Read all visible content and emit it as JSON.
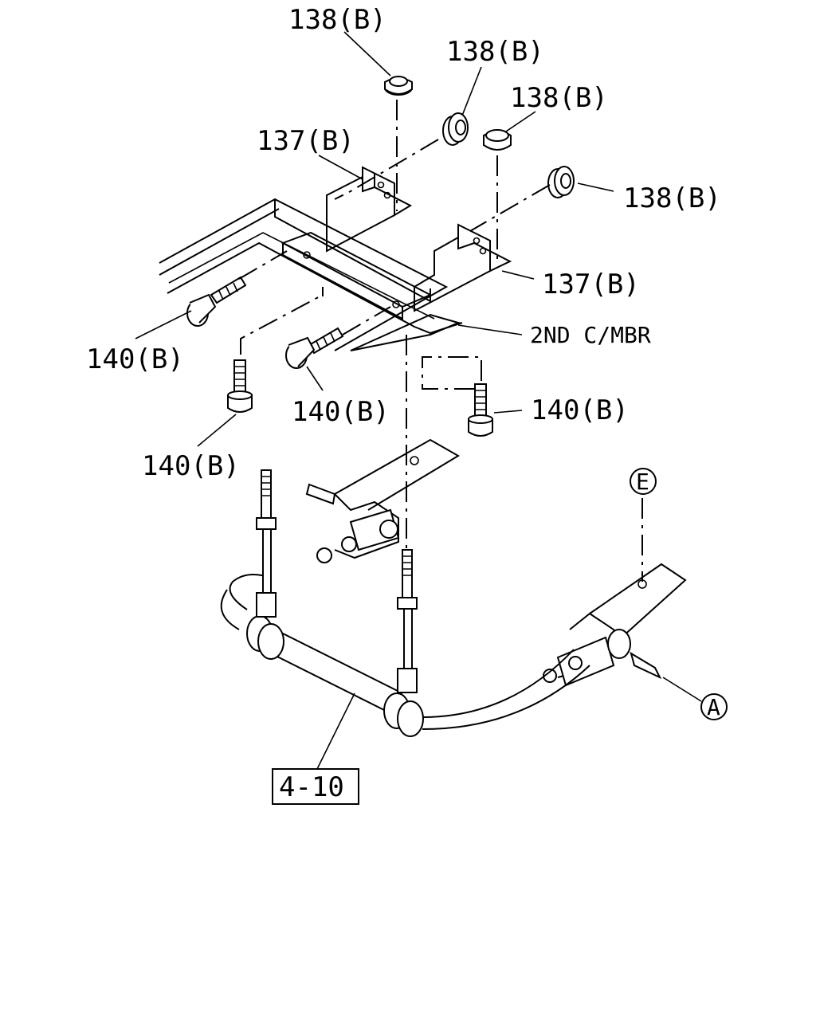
{
  "labels": {
    "nut_138_1": "138(B)",
    "nut_138_2": "138(B)",
    "nut_138_3": "138(B)",
    "nut_138_4": "138(B)",
    "bracket_137_1": "137(B)",
    "bracket_137_2": "137(B)",
    "bolt_140_1": "140(B)",
    "bolt_140_2": "140(B)",
    "bolt_140_3": "140(B)",
    "bolt_140_4": "140(B)",
    "crossmember": "2ND C/MBR",
    "ref_e": "E",
    "ref_a": "A",
    "ref_box": "4-10"
  }
}
